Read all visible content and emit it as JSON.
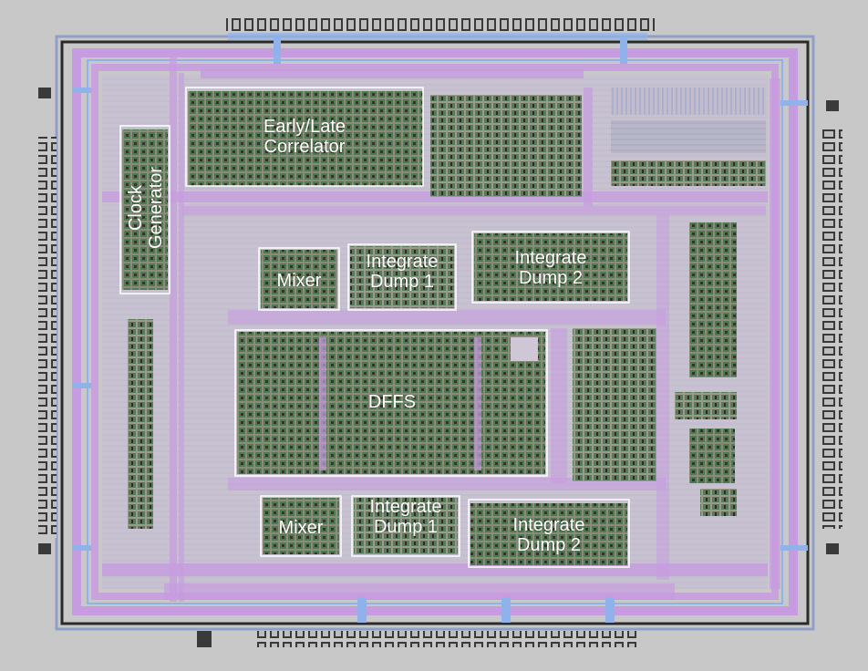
{
  "layout_title": "",
  "colors": {
    "background": "#c8c8c8",
    "metal_purple": "#c79be0",
    "metal_blue": "#8fb2ea",
    "diffusion_green": "#4e7a52",
    "contact_dark": "#5a4a4a",
    "block_outline": "#ffffff",
    "label_text": "#ffffff"
  },
  "blocks": [
    {
      "id": "correlator",
      "lines": [
        "Early/Late",
        "Correlator"
      ]
    },
    {
      "id": "clock",
      "lines": [
        "Clock",
        "Generator"
      ],
      "orientation": "vertical"
    },
    {
      "id": "mixer_top",
      "lines": [
        "Mixer"
      ]
    },
    {
      "id": "id1_top",
      "lines": [
        "Integrate",
        "Dump 1"
      ]
    },
    {
      "id": "id2_top",
      "lines": [
        "Integrate",
        "Dump 2"
      ]
    },
    {
      "id": "dffs",
      "lines": [
        "DFFS"
      ]
    },
    {
      "id": "mixer_bottom",
      "lines": [
        "Mixer"
      ]
    },
    {
      "id": "id1_bottom",
      "lines": [
        "Integrate",
        "Dump 1"
      ]
    },
    {
      "id": "id2_bottom",
      "lines": [
        "Integrate",
        "Dump 2"
      ]
    }
  ]
}
